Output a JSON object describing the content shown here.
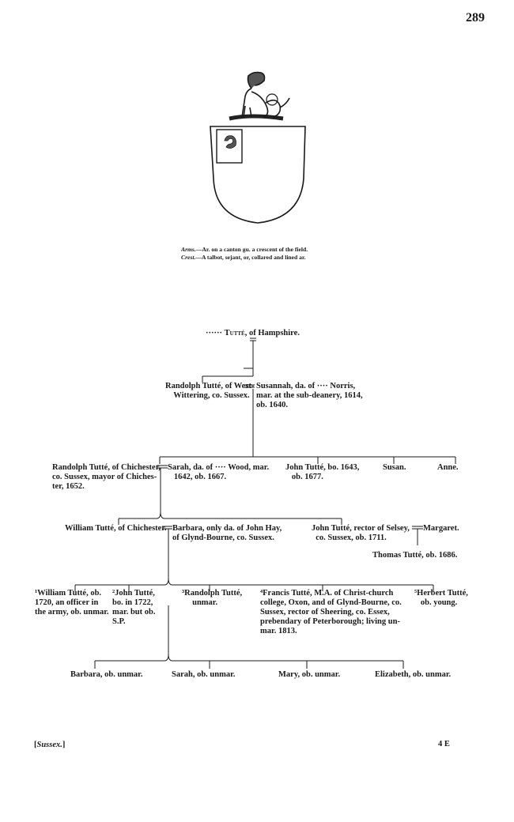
{
  "page_number": "289",
  "arms": {
    "arms_label": "Arms.",
    "arms_text": "—Ar. on a canton gu. a crescent of the field.",
    "crest_label": "Crest.",
    "crest_text": "—A talbot, sejant, or, collared and lined ar."
  },
  "pedigree": {
    "progenitor_dots": "······",
    "progenitor_name": "Tutté,",
    "progenitor_place": " of Hampshire.",
    "g1": {
      "randolph": "Randolph Tutté, of West-\n    Wittering, co. Sussex.",
      "susannah": "Susannah, da. of ···· Norris,\nmar. at the sub-deanery, 1614,\nob. 1640."
    },
    "g2": {
      "randolph": "Randolph Tutté, of Chichester,\nco. Sussex, mayor of Chiches-\nter, 1652.",
      "sarah": "Sarah, da. of ···· Wood, mar.\n   1642, ob. 1667.",
      "john": "John Tutté, bo. 1643,\n   ob. 1677.",
      "susan": "Susan.",
      "anne": "Anne."
    },
    "g3": {
      "william": "William Tutté, of Chichester.",
      "barbara": "Barbara, only da. of John Hay,\nof Glynd-Bourne, co. Sussex.",
      "john": "John Tutté, rector of Selsey,\n  co. Sussex, ob. 1711.",
      "margaret": "Margaret.",
      "thomas": "Thomas Tutté, ob. 1686."
    },
    "g4": {
      "william": "¹William Tutté, ob.\n1720, an officer in\nthe army, ob. unmar.",
      "john": "²John Tutté,\nbo. in 1722,\nmar. but ob.\nS.P.",
      "randolph": "³Randolph Tutté,\n     unmar.",
      "francis": "⁴Francis Tutté, M.A. of Christ-church\ncollege, Oxon, and of Glynd-Bourne, co.\nSussex, rector of Sheering, co. Essex,\nprebendary of Peterborough; living un-\nmar. 1813.",
      "herbert": "⁵Herbert Tutté,\n   ob. young."
    },
    "g5": {
      "barbara": "Barbara, ob. unmar.",
      "sarah": "Sarah, ob. unmar.",
      "mary": "Mary, ob. unmar.",
      "elizabeth": "Elizabeth, ob. unmar."
    }
  },
  "footer": {
    "county": "Sussex.",
    "signature": "4 E"
  }
}
